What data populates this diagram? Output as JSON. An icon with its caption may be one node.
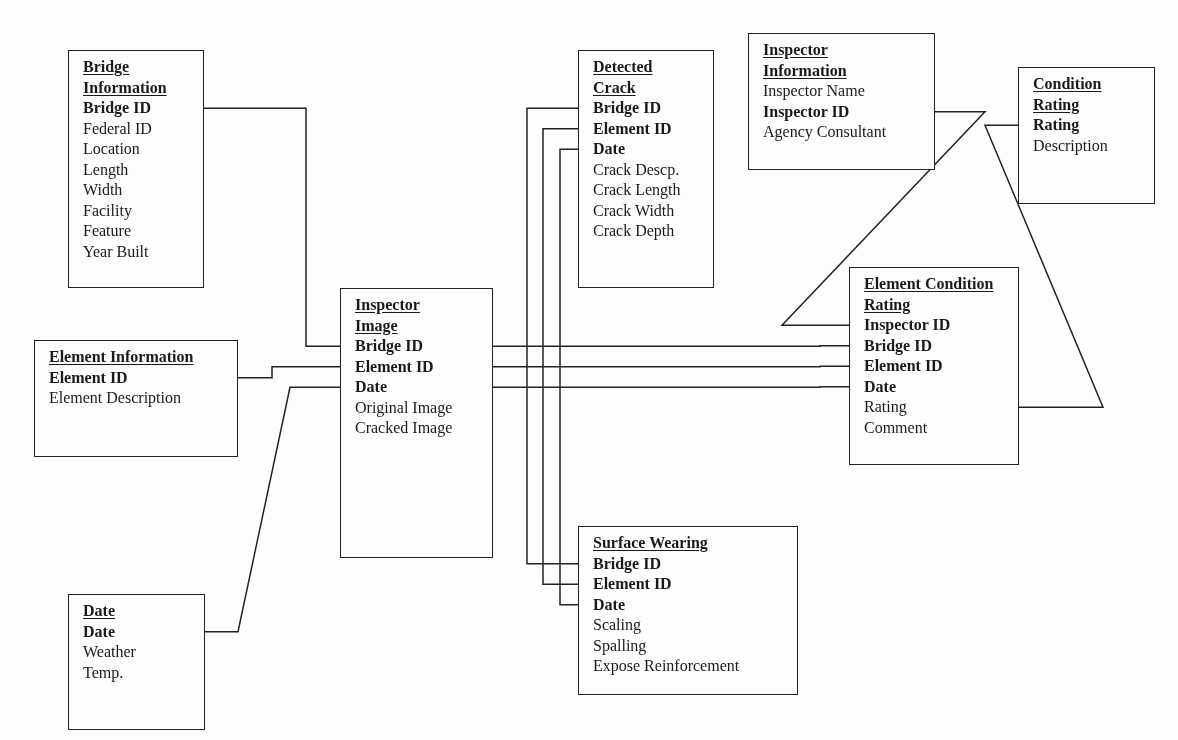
{
  "diagram": {
    "nodes": [
      {
        "text": [
          "Bridge Information",
          "**Bridge ID**",
          "Federal ID",
          "Location",
          "Length",
          "Width",
          "Facility",
          "Feature",
          "Year Built"
        ]
      },
      {
        "text": [
          "Detected Crack",
          "**Bridge ID**",
          "**Element ID**",
          "**Date**",
          "Crack Descp.",
          "Crack Length",
          "Crack Width",
          "Crack Depth"
        ]
      },
      {
        "text": [
          "Inspector Information",
          "Inspector Name",
          "**Inspector ID**",
          "Agency Consultant"
        ]
      },
      {
        "text": [
          "Condition Rating",
          "**Rating**",
          "Description"
        ]
      },
      {
        "text": [
          "Inspector Image",
          "**Bridge ID**",
          "**Element ID**",
          "**Date**",
          "Original Image",
          "Cracked Image"
        ]
      },
      {
        "text": [
          "Element Information",
          "**Element ID**",
          "Element Description"
        ]
      },
      {
        "text": [
          "Element Condition Rating",
          "**Inspector ID**",
          "**Bridge ID**",
          "**Element ID**",
          "**Date**",
          "Rating",
          "Comment"
        ]
      },
      {
        "text": [
          "Surface Wearing",
          "**Bridge ID**",
          "**Element ID**",
          "**Date**",
          "Scaling",
          "Spalling",
          "Expose Reinforcement"
        ]
      },
      {
        "text": [
          "Date",
          "**Date**",
          "Weather",
          "Temp."
        ]
      }
    ],
    "edges": [
      {
        "from": 0,
        "to": 4,
        "arrow": "none"
      },
      {
        "from": 5,
        "to": 4,
        "arrow": "none"
      },
      {
        "from": 8,
        "to": 4,
        "arrow": "none"
      },
      {
        "from": 4,
        "to": 6,
        "arrow": "none"
      },
      {
        "from": 4,
        "to": 6,
        "arrow": "none"
      },
      {
        "from": 4,
        "to": 6,
        "arrow": "none"
      },
      {
        "from": 1,
        "to": 7,
        "arrow": "none"
      },
      {
        "from": 1,
        "to": 7,
        "arrow": "none"
      },
      {
        "from": 1,
        "to": 7,
        "arrow": "none"
      },
      {
        "from": 2,
        "to": 6,
        "arrow": "none"
      },
      {
        "from": 3,
        "to": 6,
        "arrow": "none"
      }
    ]
  }
}
